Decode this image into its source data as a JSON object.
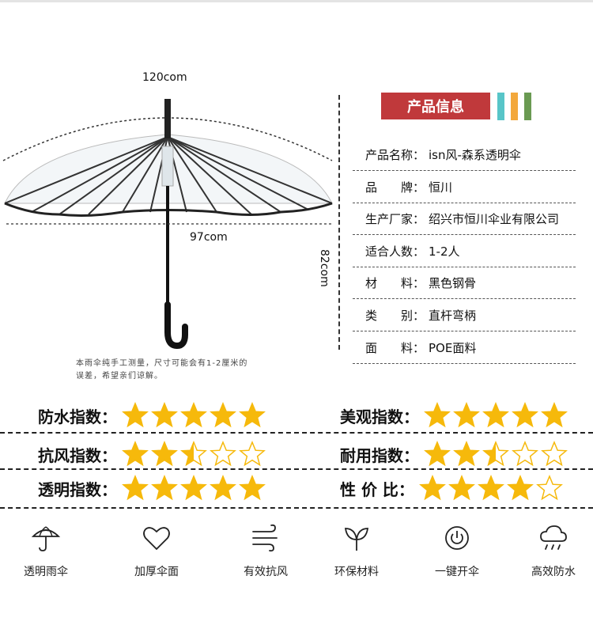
{
  "dimensions": {
    "width_label": "120com",
    "canopy_label": "97com",
    "height_label": "82com"
  },
  "note": {
    "line1": "本雨伞纯手工测量，尺寸可能会有1-2厘米的",
    "line2": "误差，希望亲们谅解。"
  },
  "info": {
    "title": "产品信息",
    "accent_colors": [
      "#58c5c8",
      "#f3a83c",
      "#6a9a52"
    ],
    "rows": [
      {
        "key": "产品名称：",
        "value": "isn风-森系透明伞"
      },
      {
        "key": "品　　牌：",
        "value": "恒川"
      },
      {
        "key": "生产厂家：",
        "value": "绍兴市恒川伞业有限公司"
      },
      {
        "key": "适合人数：",
        "value": "1-2人"
      },
      {
        "key": "材　　料：",
        "value": "黑色钢骨"
      },
      {
        "key": "类　　别：",
        "value": "直杆弯柄"
      },
      {
        "key": "面　　料：",
        "value": "POE面料"
      }
    ]
  },
  "ratings": [
    {
      "label": "防水指数：",
      "score": 5
    },
    {
      "label": "美观指数：",
      "score": 5
    },
    {
      "label": "抗风指数：",
      "score": 2.5
    },
    {
      "label": "耐用指数：",
      "score": 2.5
    },
    {
      "label": "透明指数：",
      "score": 5
    },
    {
      "label": "性 价 比：",
      "score": 4
    }
  ],
  "star_color": "#f6b90b",
  "features": [
    {
      "icon": "umbrella-icon",
      "label": "透明雨伞"
    },
    {
      "icon": "heart-icon",
      "label": "加厚伞面"
    },
    {
      "icon": "wind-icon",
      "label": "有效抗风"
    },
    {
      "icon": "leaf-icon",
      "label": "环保材料"
    },
    {
      "icon": "power-icon",
      "label": "一键开伞"
    },
    {
      "icon": "rain-cloud-icon",
      "label": "高效防水"
    }
  ]
}
